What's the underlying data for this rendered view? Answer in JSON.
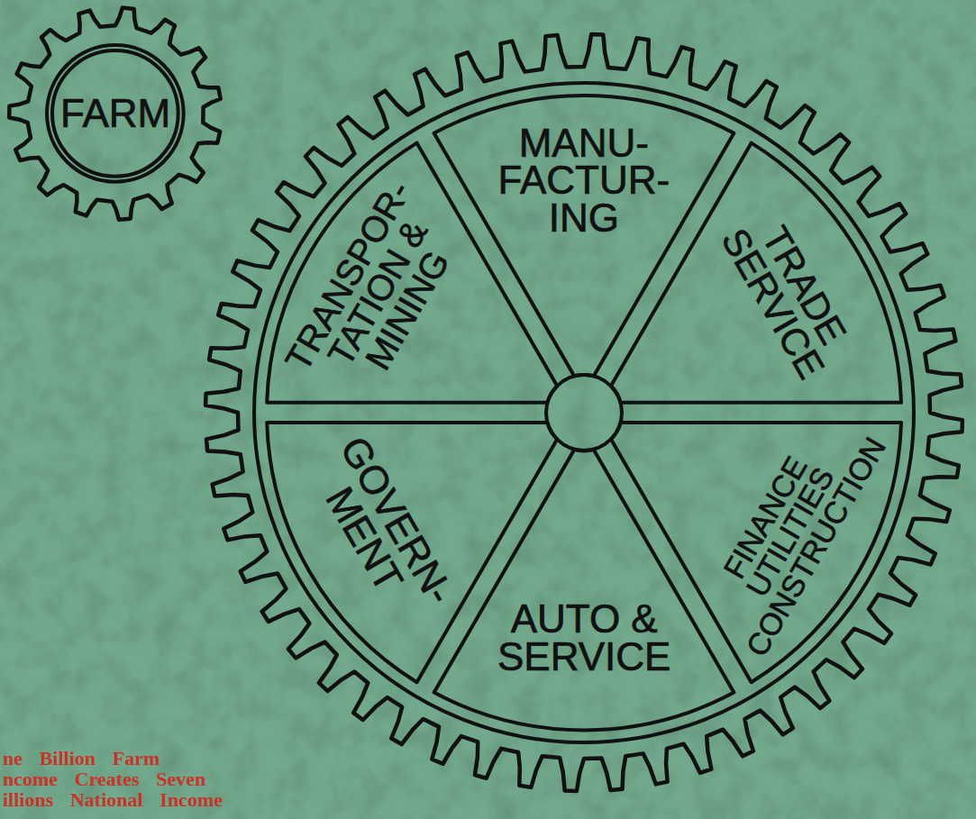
{
  "diagram": {
    "nodes": [
      {
        "text": [
          "FARM"
        ]
      },
      {
        "text": [
          "TRANSPOR- TATION & MINING"
        ]
      },
      {
        "text": [
          "MANU- FACTUR- ING"
        ]
      },
      {
        "text": [
          "TRADE SERVICE"
        ]
      },
      {
        "text": [
          "GOVERN- MENT"
        ]
      },
      {
        "text": [
          "FINANCE UTILITIES CONSTRUCTION"
        ]
      },
      {
        "text": [
          "AUTO & SERVICE"
        ]
      }
    ],
    "labels": [
      "ne Billion Farm ncome Creates Seven illions National Income"
    ]
  }
}
